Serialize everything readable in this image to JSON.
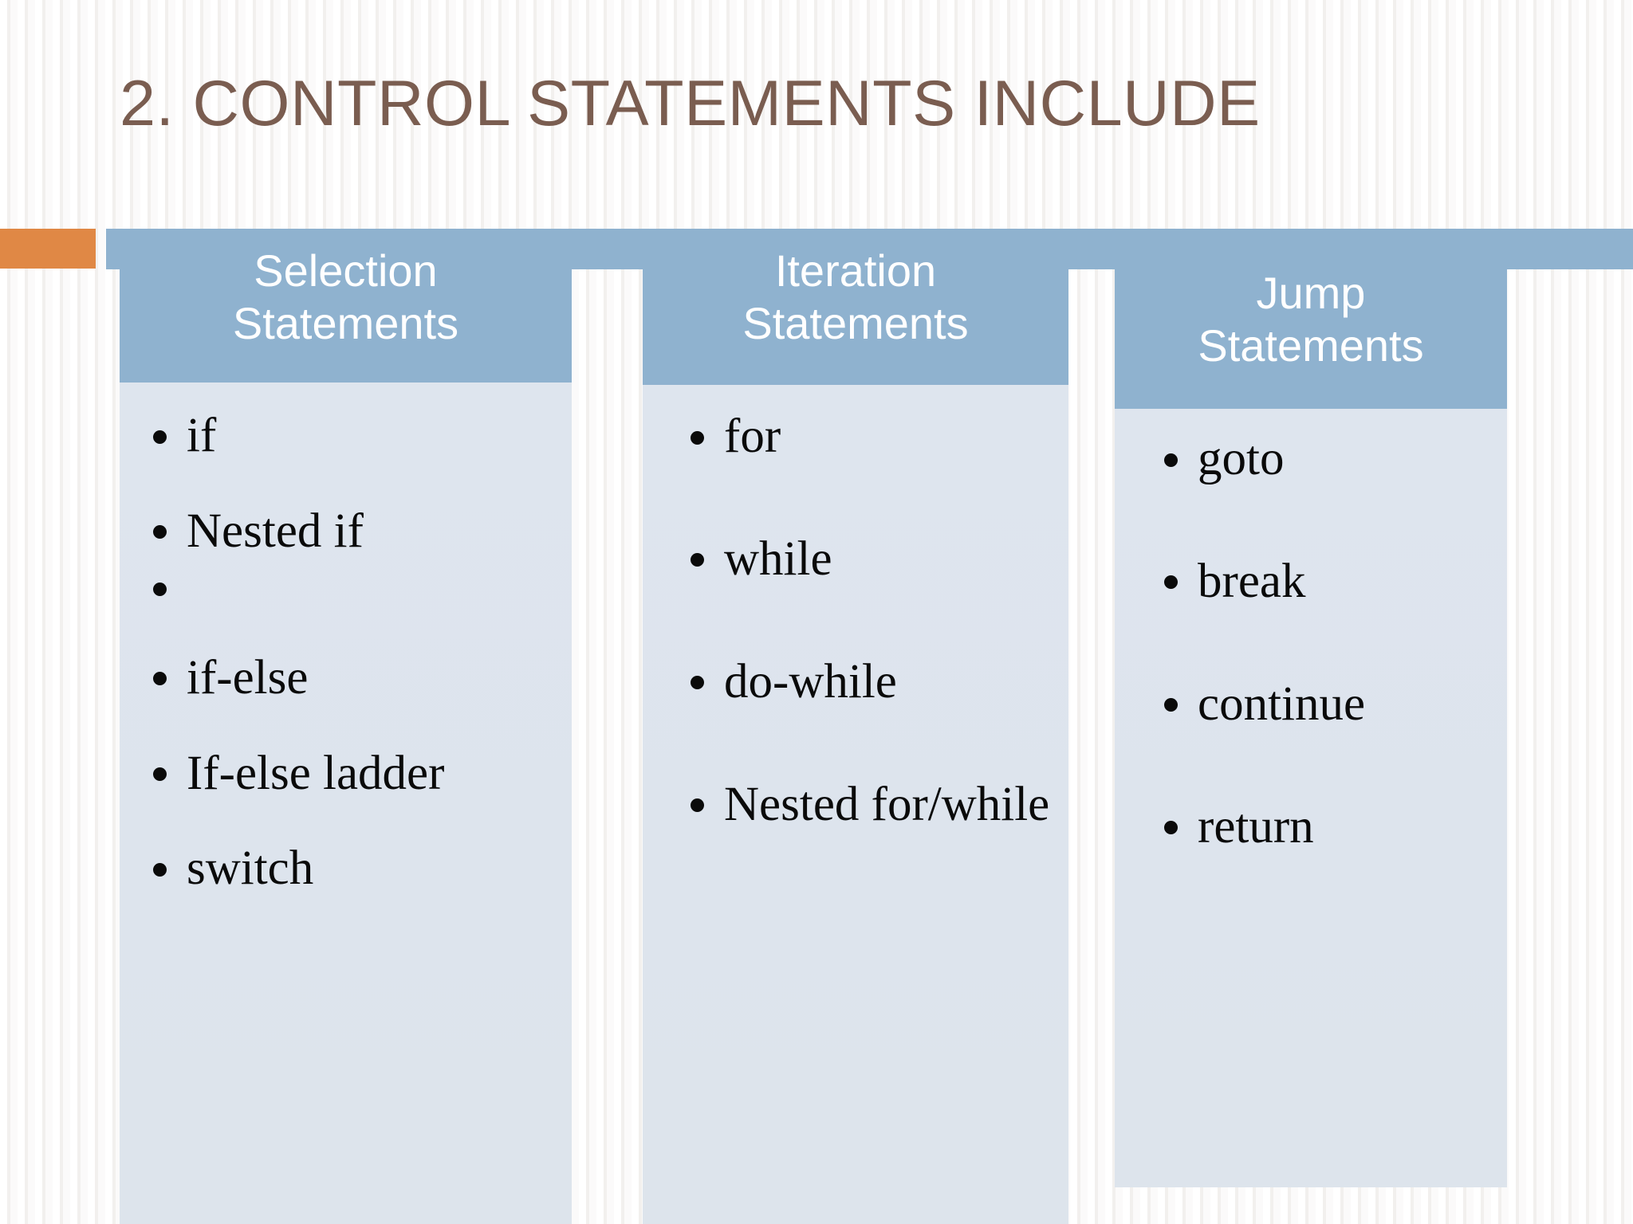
{
  "slide": {
    "title": "2. CONTROL STATEMENTS INCLUDE",
    "accent_orange": "#e08845",
    "accent_blue": "#8fb2cf",
    "body_panel": "#dde4ed",
    "title_color": "#7a5d50"
  },
  "columns": [
    {
      "header_line1": "Selection",
      "header_line2": "Statements",
      "items": [
        "if",
        "Nested if",
        "",
        "if-else",
        "If-else ladder",
        "switch"
      ]
    },
    {
      "header_line1": "Iteration",
      "header_line2": "Statements",
      "items": [
        "for",
        "while",
        "do-while",
        "Nested for/while"
      ]
    },
    {
      "header_line1": "Jump",
      "header_line2": "Statements",
      "items": [
        "goto",
        "break",
        "continue",
        "return"
      ]
    }
  ]
}
